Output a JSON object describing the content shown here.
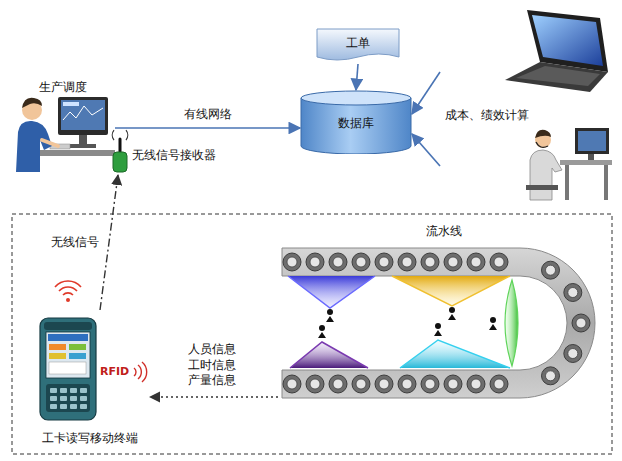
{
  "diagram": {
    "nodes": [
      {
        "text": [
          "工单"
        ]
      },
      {
        "text": [
          "生产调度"
        ]
      },
      {
        "text": [
          "数据库"
        ]
      },
      {
        "text": [
          "成本、绩效计算"
        ]
      },
      {
        "text": [
          "无线信号接收器"
        ]
      },
      {
        "text": [
          "流水线"
        ]
      },
      {
        "text": [
          "RFID",
          "工卡读写移动终端"
        ]
      }
    ],
    "edges": [
      {
        "from": 0,
        "to": 2,
        "arrow": "to"
      },
      {
        "from": 1,
        "to": 2,
        "arrow": "to",
        "label": "有线网络"
      },
      {
        "from": 3,
        "to": 2,
        "arrow": "to"
      },
      {
        "from": 3,
        "to": 2,
        "arrow": "to"
      },
      {
        "from": 5,
        "to": 6,
        "arrow": "to",
        "label": "人员信息 工时信息 产量信息"
      },
      {
        "from": 6,
        "to": 4,
        "arrow": "to",
        "label": "无线信号"
      }
    ]
  }
}
